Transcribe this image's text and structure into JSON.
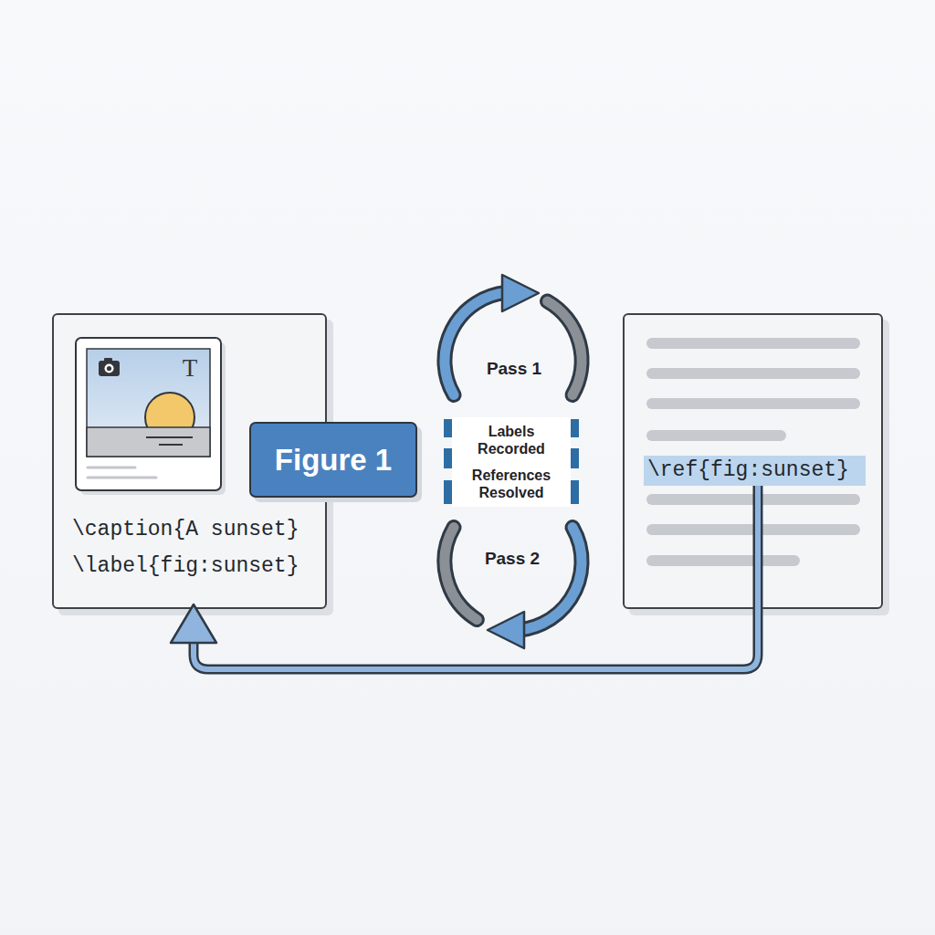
{
  "diagram": {
    "nodes": [
      {
        "text": [
          "\\caption{A sunset}",
          "\\label{fig:sunset}"
        ]
      },
      {
        "text": [
          "Figure 1"
        ]
      },
      {
        "text": [
          "Labels Recorded",
          "References Resolved"
        ]
      },
      {
        "text": [
          "\\ref{fig:sunset}"
        ]
      }
    ],
    "edges": [
      {
        "from": 3,
        "to": 0,
        "arrow": "to"
      }
    ],
    "labels": [
      "T",
      "Pass 1",
      "Pass 2"
    ]
  }
}
